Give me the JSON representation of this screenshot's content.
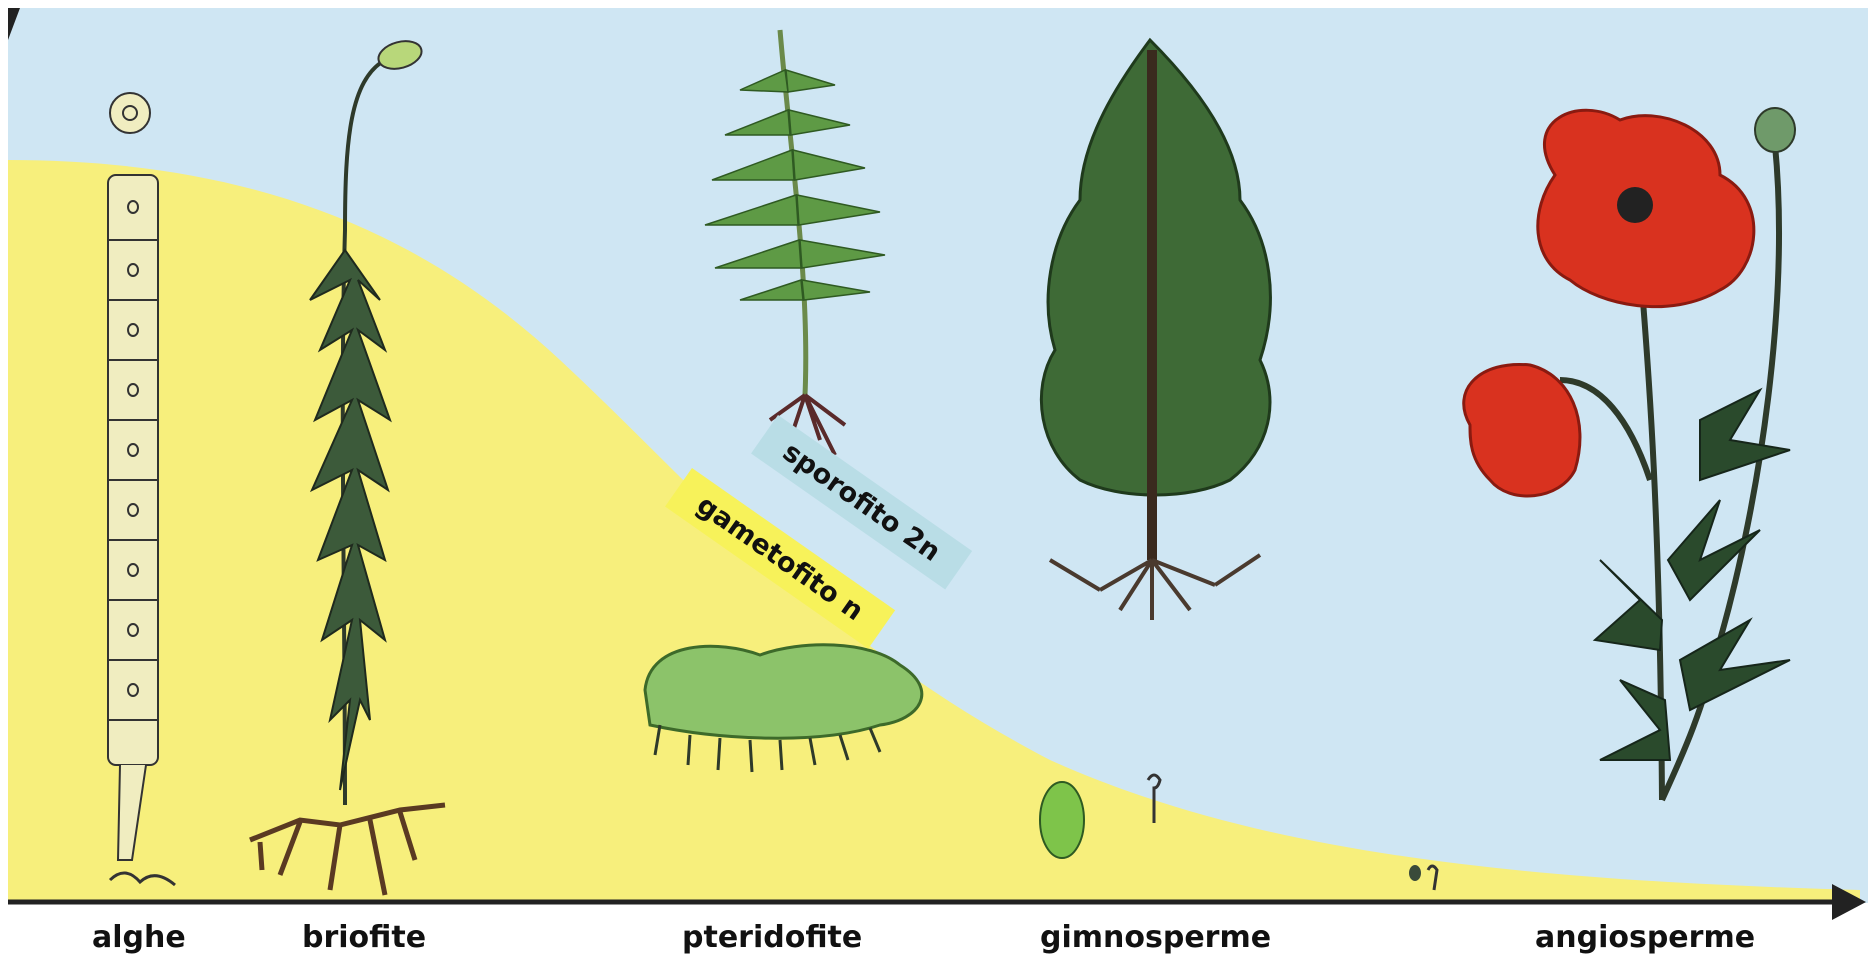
{
  "groups": {
    "alghe": "alghe",
    "briofite": "briofite",
    "pteridofite": "pteridofite",
    "gimnosperme": "gimnosperme",
    "angiosperme": "angiosperme"
  },
  "phases": {
    "sporofito": "sporofito 2n",
    "gametofito": "gametofito n"
  },
  "colors": {
    "sky": "#cfe6f3",
    "gametophyte_area": "#f7ef7c",
    "sporofito_tag": "#b9dde6",
    "gametofito_tag": "#f7f25a",
    "poppy_red": "#d9321f",
    "plant_green": "#4e8f3c",
    "dark_foliage": "#2a4a2c"
  },
  "icons": [
    "algae-filament-icon",
    "moss-icon",
    "fern-icon",
    "fern-prothallus-icon",
    "pine-tree-icon",
    "seed-icon",
    "poppy-icon"
  ]
}
